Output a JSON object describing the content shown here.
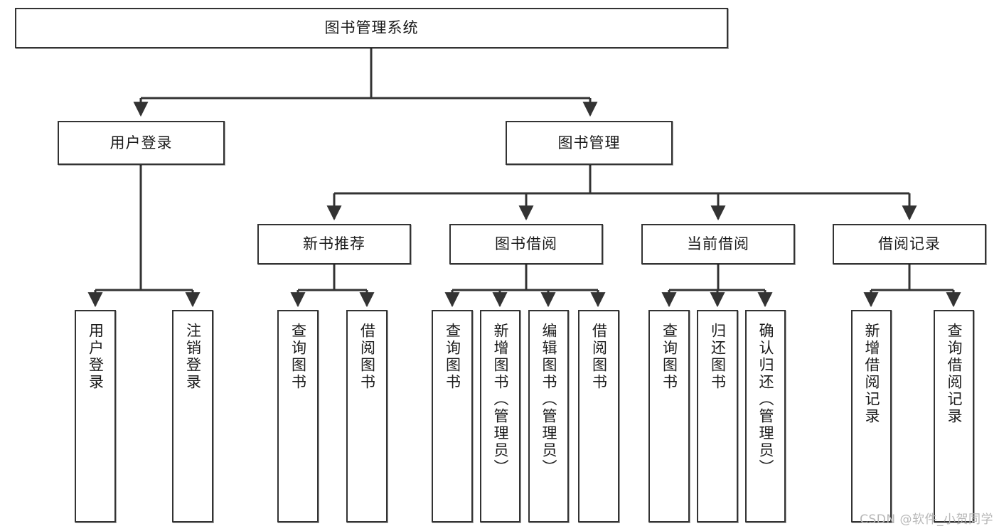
{
  "diagram": {
    "type": "tree-hierarchy",
    "title": "图书管理系统",
    "watermark": "CSDN @软件_小贺同学",
    "colors": {
      "box_border": "#333333",
      "box_fill": "#ffffff",
      "edge": "#333333",
      "text": "#1a1a1a",
      "watermark": "#b7b7b7",
      "background": "#ffffff"
    },
    "root": {
      "label": "图书管理系统"
    },
    "level2": [
      {
        "label": "用户登录"
      },
      {
        "label": "图书管理"
      }
    ],
    "level3": [
      {
        "label": "新书推荐"
      },
      {
        "label": "图书借阅"
      },
      {
        "label": "当前借阅"
      },
      {
        "label": "借阅记录"
      }
    ],
    "leaves": {
      "user_login": [
        {
          "label": "用户登录"
        },
        {
          "label": "注销登录"
        }
      ],
      "new_book_recommend": [
        {
          "label": "查询图书"
        },
        {
          "label": "借阅图书"
        }
      ],
      "book_borrow": [
        {
          "label": "查询图书"
        },
        {
          "label": "新增图书（管理员）"
        },
        {
          "label": "编辑图书（管理员）"
        },
        {
          "label": "借阅图书"
        }
      ],
      "current_borrow": [
        {
          "label": "查询图书"
        },
        {
          "label": "归还图书"
        },
        {
          "label": "确认归还（管理员）"
        }
      ],
      "borrow_record": [
        {
          "label": "新增借阅记录"
        },
        {
          "label": "查询借阅记录"
        }
      ]
    }
  }
}
